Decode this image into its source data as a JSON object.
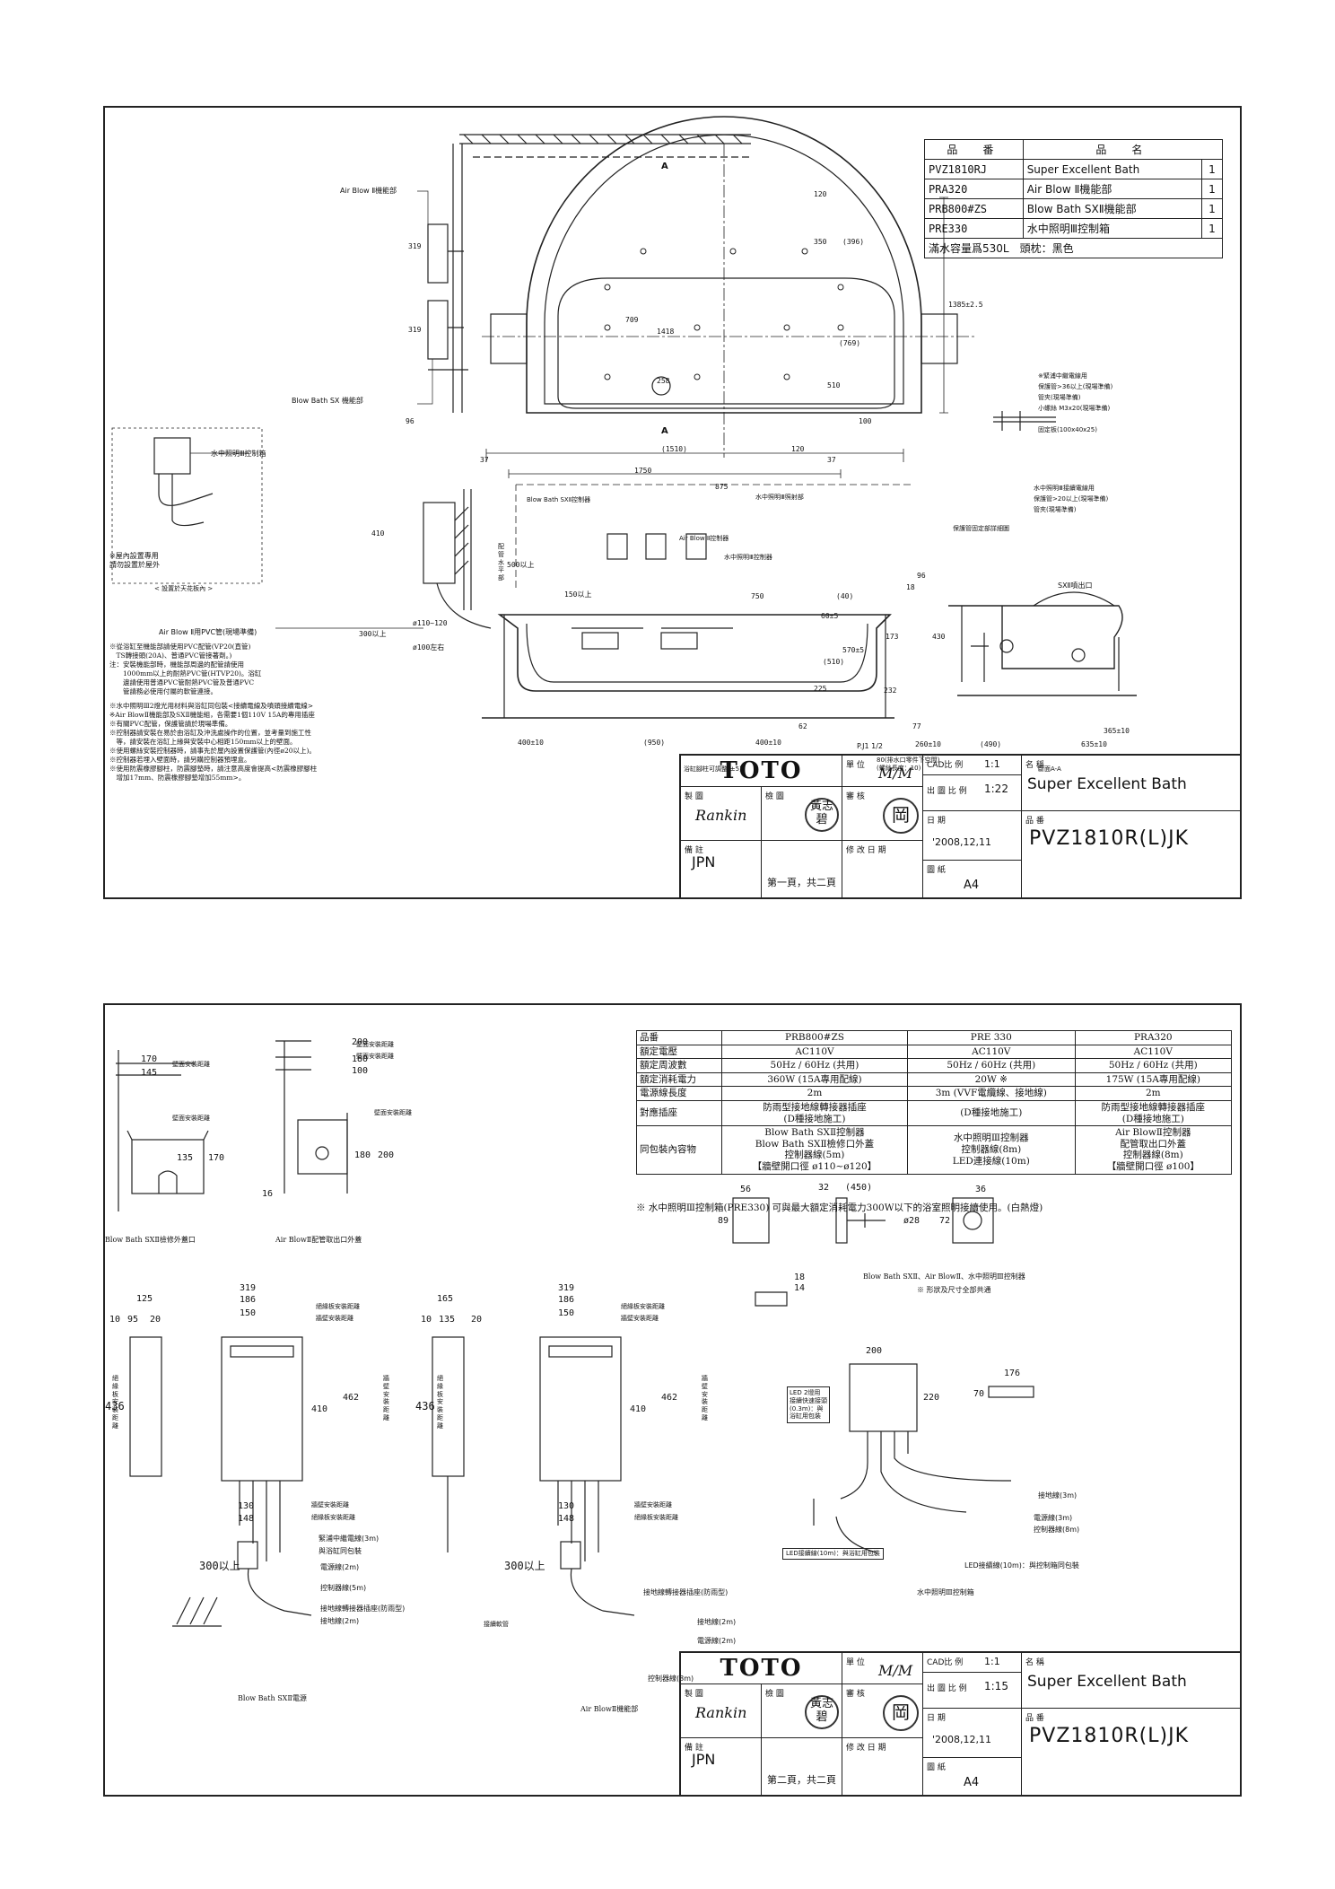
{
  "sheet1": {
    "parts_header": {
      "code": "品　番",
      "name": "品　名"
    },
    "parts": [
      {
        "code": "PVZ1810RJ",
        "name": "Super Excellent Bath",
        "qty": "1"
      },
      {
        "code": "PRA320",
        "name": "Air Blow Ⅱ機能部",
        "qty": "1"
      },
      {
        "code": "PRB800#ZS",
        "name": "Blow Bath SXⅡ機能部",
        "qty": "1"
      },
      {
        "code": "PRE330",
        "name": "水中照明Ⅲ控制箱",
        "qty": "1"
      }
    ],
    "parts_note": "滿水容量爲530L　頭枕：黑色",
    "labels": {
      "air_blow_unit": "Air Blow Ⅱ機能部",
      "blow_bath_unit": "Blow Bath SX 機能部",
      "section_a_top": "A",
      "section_a_bottom": "A",
      "light_box": "水中照明Ⅲ控制箱",
      "outdoor_note": "※屋內設置專用\n請勿設置於屋外",
      "ceiling_note": "< 設置於天花板內 >",
      "blow_ctrl": "Blow Bath SXⅡ控制器",
      "air_ctrl": "Air Blow Ⅱ控制器",
      "light_ctrl": "水中照明Ⅲ控制器",
      "light_part": "水中照明Ⅲ照射部",
      "pvc_pipe": "Air Blow Ⅱ用PVC管(現場準備)",
      "sx_outlet": "SXⅡ噴出口",
      "section_aa": "斷面A-A",
      "pj": "P.J1 1/2",
      "drain": "80(排水口零件下空間)\n(螺絲長度：10)",
      "adjust": "浴缸腳柱可調整(±5)",
      "wall_height": "配管水平部",
      "relay_wire": "※緊浦中繼電線用",
      "protect1": "保護管>36以上(現場準備)",
      "pipe_clip": "管夾(現場準備)",
      "small_screw": "小螺絲 M3x20(現場準備)",
      "fix_plate": "固定板(100x40x25)",
      "light_wire": "水中照明Ⅲ接續電線用",
      "protect2": "保護管>20以上(現場準備)",
      "pipe_clip2": "管夾(現場準備)",
      "protect_detail": "保護管固定部詳細圖"
    },
    "dims": {
      "d319a": "319",
      "d319b": "319",
      "d96": "96",
      "d120a": "120",
      "d350": "350",
      "d396": "(396)",
      "d1385": "1385±2.5",
      "d709": "709",
      "d1418": "1418",
      "d769": "(769)",
      "d2581": "258",
      "d510": "510",
      "d100": "100",
      "d1510": "(1510)",
      "d120b": "120",
      "d1750": "1750",
      "d37a": "37",
      "d37b": "37",
      "d875": "875",
      "d410": "410",
      "d500": "500以上",
      "d150": "150以上",
      "d750": "750",
      "d40": "(40)",
      "d60": "60±5",
      "d570": "570±5",
      "d510b": "(510)",
      "d225": "225",
      "d62": "62",
      "d400a": "400±10",
      "d950": "(950)",
      "d400b": "400±10",
      "d300": "300以上",
      "d110": "ø110~120",
      "d100b": "ø100左右",
      "d96b": "96",
      "d18": "18",
      "d173": "173",
      "d430": "430",
      "d232": "232",
      "d77": "77",
      "d260": "260±10",
      "d490": "(490)",
      "d365": "365±10",
      "d635": "635±10"
    },
    "notes": [
      "※從浴缸至機能部請使用PVC配管(VP20(直管)",
      "　TS轉接頭(20A)、普通PVC管接著劑。)",
      "注：安裝機能部時，機能部周邊的配管請使用",
      "　　1000mm以上的耐熱PVC管(HTVP20)。浴缸",
      "　　邊請使用普通PVC管耐熱PVC管及普通PVC",
      "　　管請務必使用付屬的軟管連接。",
      "",
      "※水中照明Ⅲ2燈光用材料與浴缸同包裝<接續電線及噴頭接續電線>",
      "※Air BlowⅡ機能部及SXⅡ機能組，各需要1個110V 15A的專用插座",
      "※有關PVC配管，保護管請於現場準備。",
      "※控制器請安裝在易於由浴缸及沖洗處操作的位置，並考量到施工性",
      "　等，請安裝在浴缸上緣與安裝中心相距150mm以上的壁面。",
      "※使用螺絲安裝控制器時，請事先於屋內設置保護管(內徑ø20以上)。",
      "※控制器若埋入壁面時，請另購控制器預埋盒。",
      "※使用防震橡膠腳柱，防震腳墊時，請注意高度會提高<防震橡膠腳柱",
      "　增加17mm、防震橡膠腳墊增加55mm>。"
    ],
    "title_block": {
      "brand": "TOTO",
      "unit_label": "單 位",
      "unit": "M/M",
      "cad_label": "CAD比 例",
      "cad": "1:1",
      "scale_label": "出 圖 比 例",
      "scale": "1:22",
      "name_label": "名 稱",
      "name": "Super Excellent Bath",
      "draw_label": "製 圖",
      "drawer": "Rankin",
      "check_label": "檢 圖",
      "checker": "黃志碧",
      "approve_label": "審 核",
      "approver": "岡",
      "date_label": "日 期",
      "date": "'2008,12,11",
      "code_label": "品 番",
      "code": "PVZ1810R(L)JK",
      "note_label": "備 註",
      "note": "JPN",
      "rev_label": "修 改 日 期",
      "paper_label": "圖 紙",
      "paper": "A4",
      "page": "第一頁，共二頁"
    }
  },
  "sheet2": {
    "spec_rows": [
      [
        "品番",
        "PRB800#ZS",
        "PRE 330",
        "PRA320"
      ],
      [
        "額定電壓",
        "AC110V",
        "AC110V",
        "AC110V"
      ],
      [
        "額定周波數",
        "50Hz / 60Hz (共用)",
        "50Hz / 60Hz (共用)",
        "50Hz / 60Hz (共用)"
      ],
      [
        "額定消耗電力",
        "360W (15A專用配線)",
        "20W ※",
        "175W (15A專用配線)"
      ],
      [
        "電源線長度",
        "2m",
        "3m (VVF電纜線、接地線)",
        "2m"
      ],
      [
        "對應插座",
        "防雨型接地線轉接器插座\n(D種接地施工)",
        "(D種接地施工)",
        "防雨型接地線轉接器插座\n(D種接地施工)"
      ],
      [
        "同包裝內容物",
        "Blow Bath SXⅡ控制器\nBlow Bath SXⅡ檢修口外蓋\n控制器線(5m)\n【牆壁開口徑 ø110~ø120】",
        "水中照明Ⅲ控制器\n控制器線(8m)\nLED連接線(10m)",
        "Air BlowⅡ控制器\n配管取出口外蓋\n控制器線(8m)\n【牆壁開口徑 ø100】"
      ]
    ],
    "spec_note": "※ 水中照明Ⅲ控制箱(PRE330) 可與最大額定消耗電力300W以下的浴室照明接續使用。(白熱燈)",
    "labels": {
      "wall_dist": "壁面安裝距離",
      "blow_cover": "Blow Bath SXⅡ檢修外蓋口",
      "air_cover": "Air BlowⅡ配管取出口外蓋",
      "insul_wall": "絕緣板安裝距離",
      "wall_mount": "牆壁安裝距離",
      "relay_wire": "緊浦中繼電線(3m)",
      "same_pack": "與浴缸同包裝",
      "power_wire": "電源線(2m)",
      "ctrl_wire5": "控制器線(5m)",
      "ground_plug": "接地線轉接器插座(防雨型)",
      "ground": "接地線(2m)",
      "hose": "接續軟管",
      "ctrl_wire8": "控制器線(8m)",
      "blow_power": "Blow Bath SXⅡ電源",
      "air_unit": "Air BlowⅡ機能部",
      "ctrl_common": "Blow Bath SXⅡ、Air BlowⅡ、水中照明Ⅲ控制器",
      "shape_common": "※ 形狀及尺寸全部共通",
      "led_note": "LED 2燈用\n接續快速接頭\n(0.3m)：與\n浴缸用包裝",
      "led_wire": "LED接續線(10m)：與浴缸用包裝",
      "ground3": "接地線(3m)",
      "power3": "電源線(3m)",
      "ctrl8b": "控制器線(8m)",
      "led_wire2": "LED接續線(10m)：與控制箱同包裝",
      "light_box": "水中照明Ⅲ控制箱",
      "insul_vert": "絕緣板安裝距離",
      "wall_vert": "牆壁安裝距離"
    },
    "dims": {
      "d170": "170",
      "d145": "145",
      "d135": "135",
      "d170b": "170",
      "d16": "16",
      "d200": "200",
      "d180": "180",
      "d100": "100",
      "d180b": "180",
      "d200b": "200",
      "d125": "125",
      "d10": "10",
      "d95": "95",
      "d20": "20",
      "d436": "436",
      "d319": "319",
      "d186": "186",
      "d150": "150",
      "d410": "410",
      "d462": "462",
      "d130": "130",
      "d148": "148",
      "d300": "300以上",
      "d165": "165",
      "d10b": "10",
      "d135b": "135",
      "d20b": "20",
      "d436b": "436",
      "d319b": "319",
      "d186b": "186",
      "d150b": "150",
      "d410b": "410",
      "d462b": "462",
      "d130b": "130",
      "d148b": "148",
      "d300b": "300以上",
      "d56": "56",
      "d89": "89",
      "d32": "32",
      "d450": "(450)",
      "d28": "ø28",
      "d36": "36",
      "d72": "72",
      "d18": "18",
      "d14": "14",
      "d200c": "200",
      "d220": "220",
      "d176": "176",
      "d70": "70"
    },
    "title_block": {
      "brand": "TOTO",
      "unit_label": "單 位",
      "unit": "M/M",
      "cad_label": "CAD比 例",
      "cad": "1:1",
      "scale_label": "出 圖 比 例",
      "scale": "1:15",
      "name_label": "名 稱",
      "name": "Super Excellent Bath",
      "draw_label": "製 圖",
      "drawer": "Rankin",
      "check_label": "檢 圖",
      "checker": "黃志碧",
      "approve_label": "審 核",
      "approver": "岡",
      "date_label": "日 期",
      "date": "'2008,12,11",
      "code_label": "品 番",
      "code": "PVZ1810R(L)JK",
      "note_label": "備 註",
      "note": "JPN",
      "rev_label": "修 改 日 期",
      "paper_label": "圖 紙",
      "paper": "A4",
      "page": "第二頁，共二頁"
    }
  }
}
